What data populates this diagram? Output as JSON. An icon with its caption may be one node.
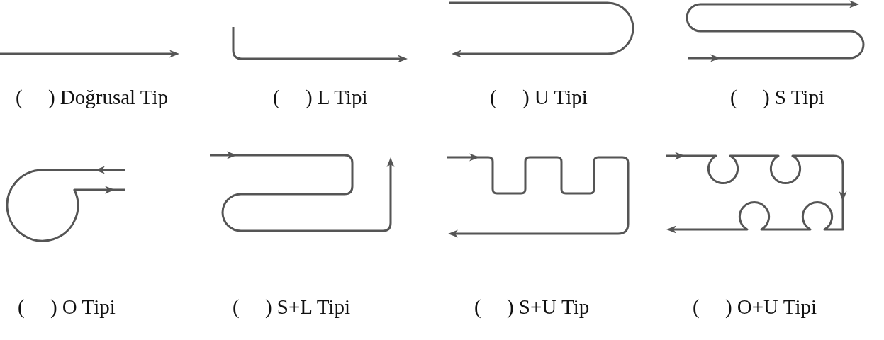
{
  "diagram": {
    "labels": [
      "(     ) Doğrusal Tip",
      "(     ) L Tipi",
      "(     ) U Tipi",
      "(     ) S Tipi",
      "(     ) O Tipi",
      "(     ) S+L Tipi",
      "(     ) S+U Tip",
      "(     ) O+U Tipi"
    ]
  }
}
